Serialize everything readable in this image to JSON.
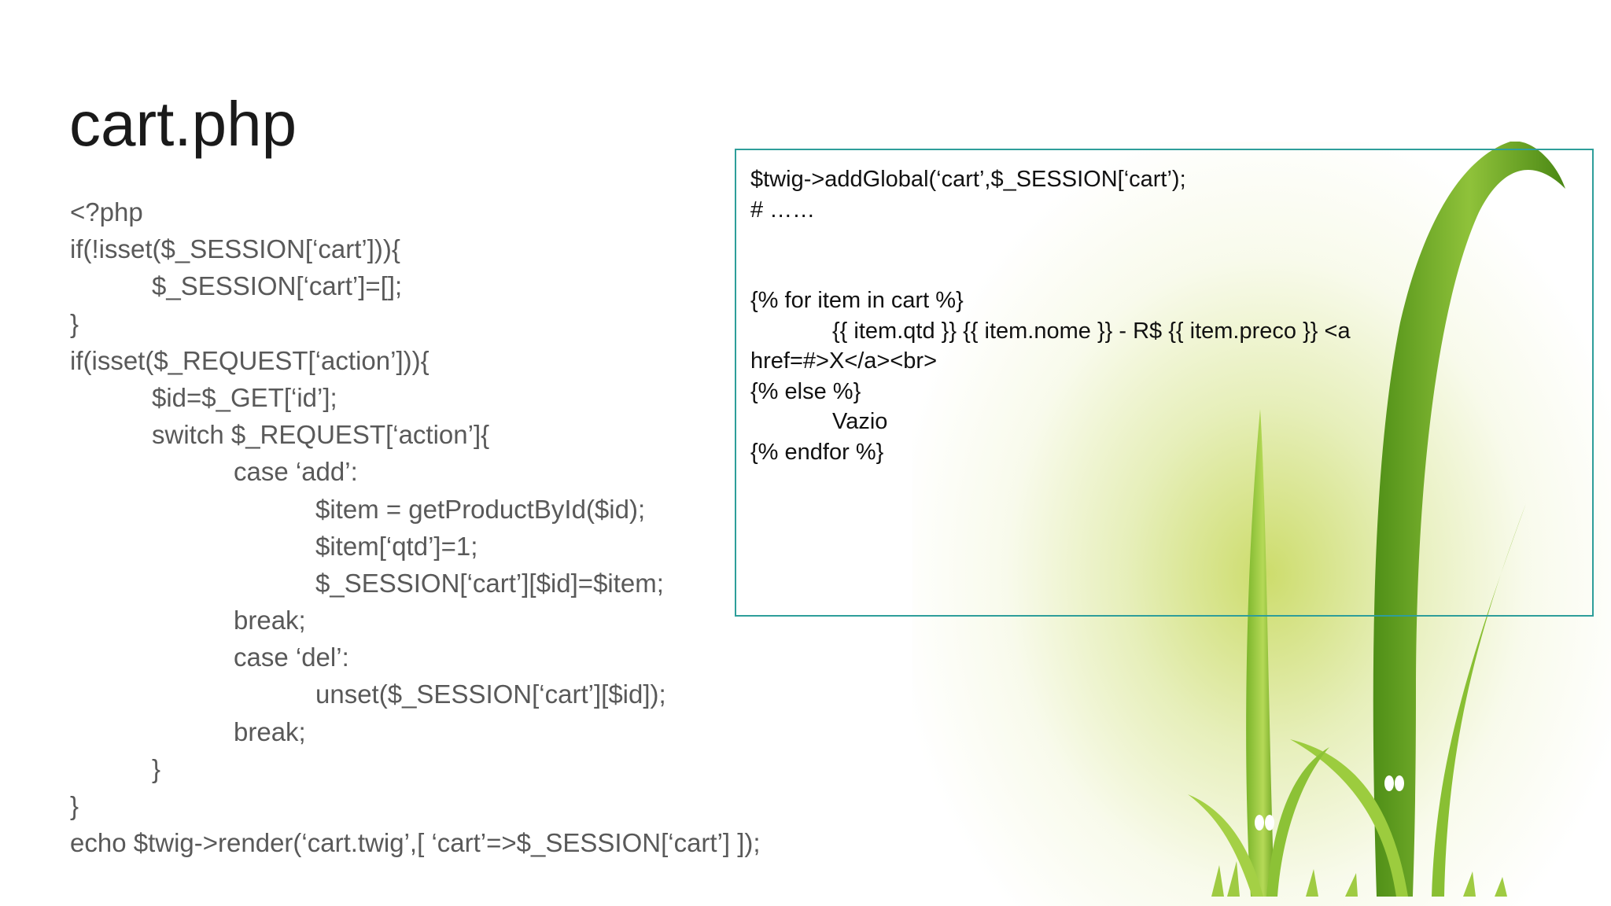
{
  "slide": {
    "title": "cart.php"
  },
  "php_code": {
    "lines": [
      {
        "indent": 0,
        "text": "<?php"
      },
      {
        "indent": 0,
        "text": "if(!isset($_SESSION[‘cart’])){"
      },
      {
        "indent": 1,
        "text": "$_SESSION[‘cart’]=[];"
      },
      {
        "indent": 0,
        "text": "}"
      },
      {
        "indent": 0,
        "text": "if(isset($_REQUEST[‘action’])){"
      },
      {
        "indent": 1,
        "text": "$id=$_GET[‘id’];"
      },
      {
        "indent": 1,
        "text": "switch $_REQUEST[‘action’]{"
      },
      {
        "indent": 2,
        "text": "case ‘add’:"
      },
      {
        "indent": 3,
        "text": "$item = getProductById($id);"
      },
      {
        "indent": 3,
        "text": "$item[‘qtd’]=1;"
      },
      {
        "indent": 3,
        "text": "$_SESSION[‘cart’][$id]=$item;"
      },
      {
        "indent": 2,
        "text": "break;"
      },
      {
        "indent": 2,
        "text": "case ‘del’:"
      },
      {
        "indent": 3,
        "text": "unset($_SESSION[‘cart’][$id]);"
      },
      {
        "indent": 2,
        "text": "break;"
      },
      {
        "indent": 1,
        "text": "}"
      },
      {
        "indent": 0,
        "text": "}"
      },
      {
        "indent": 0,
        "text": "echo $twig->render(‘cart.twig’,[ ‘cart’=>$_SESSION[‘cart’] ]);"
      }
    ]
  },
  "twig_code": {
    "lines": [
      {
        "indent": 0,
        "text": "$twig->addGlobal(‘cart’,$_SESSION[‘cart’);"
      },
      {
        "indent": 0,
        "text": "# ……"
      },
      {
        "indent": 0,
        "text": ""
      },
      {
        "indent": 0,
        "text": ""
      },
      {
        "indent": 0,
        "text": "{% for item in cart %}"
      },
      {
        "indent": 1,
        "text": "{{ item.qtd }} {{ item.nome }} - R$ {{ item.preco }} <a"
      },
      {
        "indent": 0,
        "text": "href=#>X</a><br>"
      },
      {
        "indent": 0,
        "text": "{% else %}"
      },
      {
        "indent": 1,
        "text": "Vazio"
      },
      {
        "indent": 0,
        "text": "{% endfor %}"
      }
    ]
  },
  "decoration": {
    "icon": "grass-sprouts-illustration",
    "accent": "#2e9e9a",
    "grass_light": "#a8cc3a",
    "grass_dark": "#5c9a1e"
  }
}
